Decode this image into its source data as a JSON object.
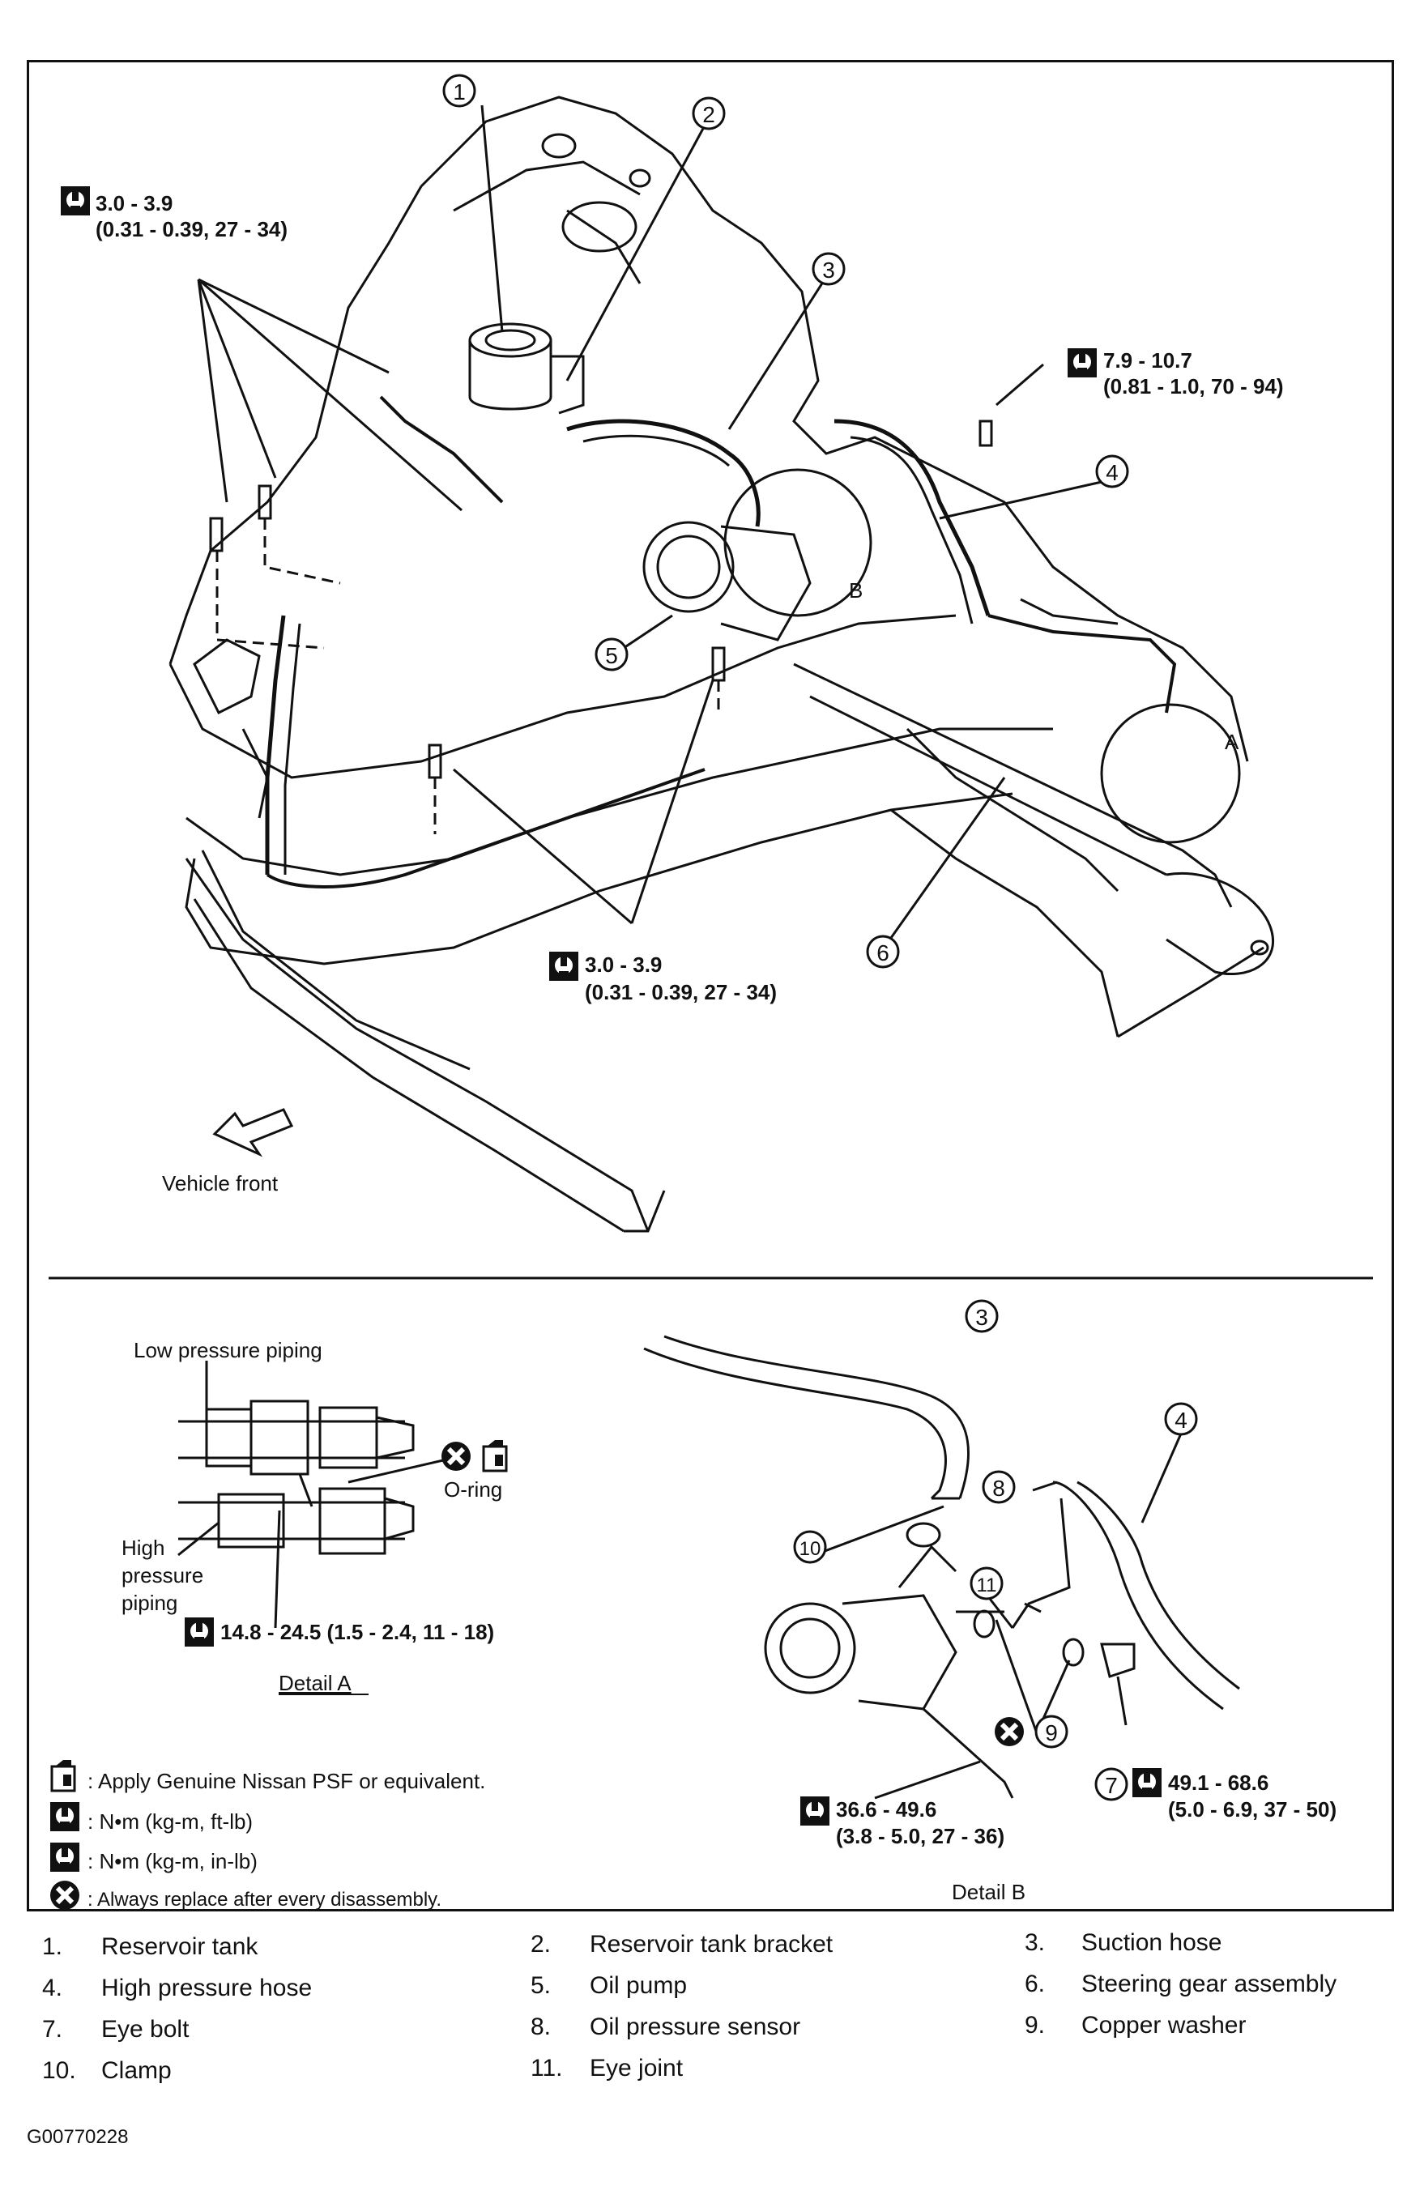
{
  "diagram": {
    "torque_specs": {
      "s1": {
        "value": "3.0 - 3.9",
        "sub": "(0.31 - 0.39, 27 - 34)"
      },
      "s2": {
        "value": "7.9 - 10.7",
        "sub": "(0.81 - 1.0, 70 - 94)"
      },
      "s3": {
        "value": "3.0 - 3.9",
        "sub": "(0.31 - 0.39, 27 - 34)"
      },
      "s4": {
        "value": "14.8 - 24.5 (1.5 - 2.4, 11 - 18)"
      },
      "s5": {
        "value": "36.6 - 49.6",
        "sub": "(3.8 - 5.0, 27 - 36)"
      },
      "s6": {
        "value": "49.1 - 68.6",
        "sub": "(5.0 - 6.9, 37 - 50)"
      }
    },
    "callouts": [
      "1",
      "2",
      "3",
      "4",
      "5",
      "6",
      "7",
      "8",
      "9",
      "10",
      "11"
    ],
    "detail_letters": {
      "a": "A",
      "b": "B"
    },
    "vehicle_front": "Vehicle front",
    "detail_a": {
      "title": "Detail A",
      "low_pressure": "Low pressure piping",
      "o_ring": "O-ring",
      "high_line1": "High",
      "high_line2": "pressure",
      "high_line3": "piping"
    },
    "detail_b": {
      "title": "Detail B"
    },
    "symbols": {
      "psf": ": Apply Genuine Nissan PSF or equivalent.",
      "ftlb": ": N•m (kg-m, ft-lb)",
      "inlb": ": N•m (kg-m, in-lb)",
      "replace": ": Always replace after every disassembly."
    }
  },
  "parts_legend": [
    {
      "num": "1.",
      "name": "Reservoir tank"
    },
    {
      "num": "2.",
      "name": "Reservoir tank bracket"
    },
    {
      "num": "3.",
      "name": "Suction hose"
    },
    {
      "num": "4.",
      "name": "High pressure hose"
    },
    {
      "num": "5.",
      "name": "Oil pump"
    },
    {
      "num": "6.",
      "name": "Steering gear assembly"
    },
    {
      "num": "7.",
      "name": "Eye bolt"
    },
    {
      "num": "8.",
      "name": "Oil pressure sensor"
    },
    {
      "num": "9.",
      "name": "Copper washer"
    },
    {
      "num": "10.",
      "name": "Clamp"
    },
    {
      "num": "11.",
      "name": "Eye joint"
    }
  ],
  "figure_code": "G00770228"
}
